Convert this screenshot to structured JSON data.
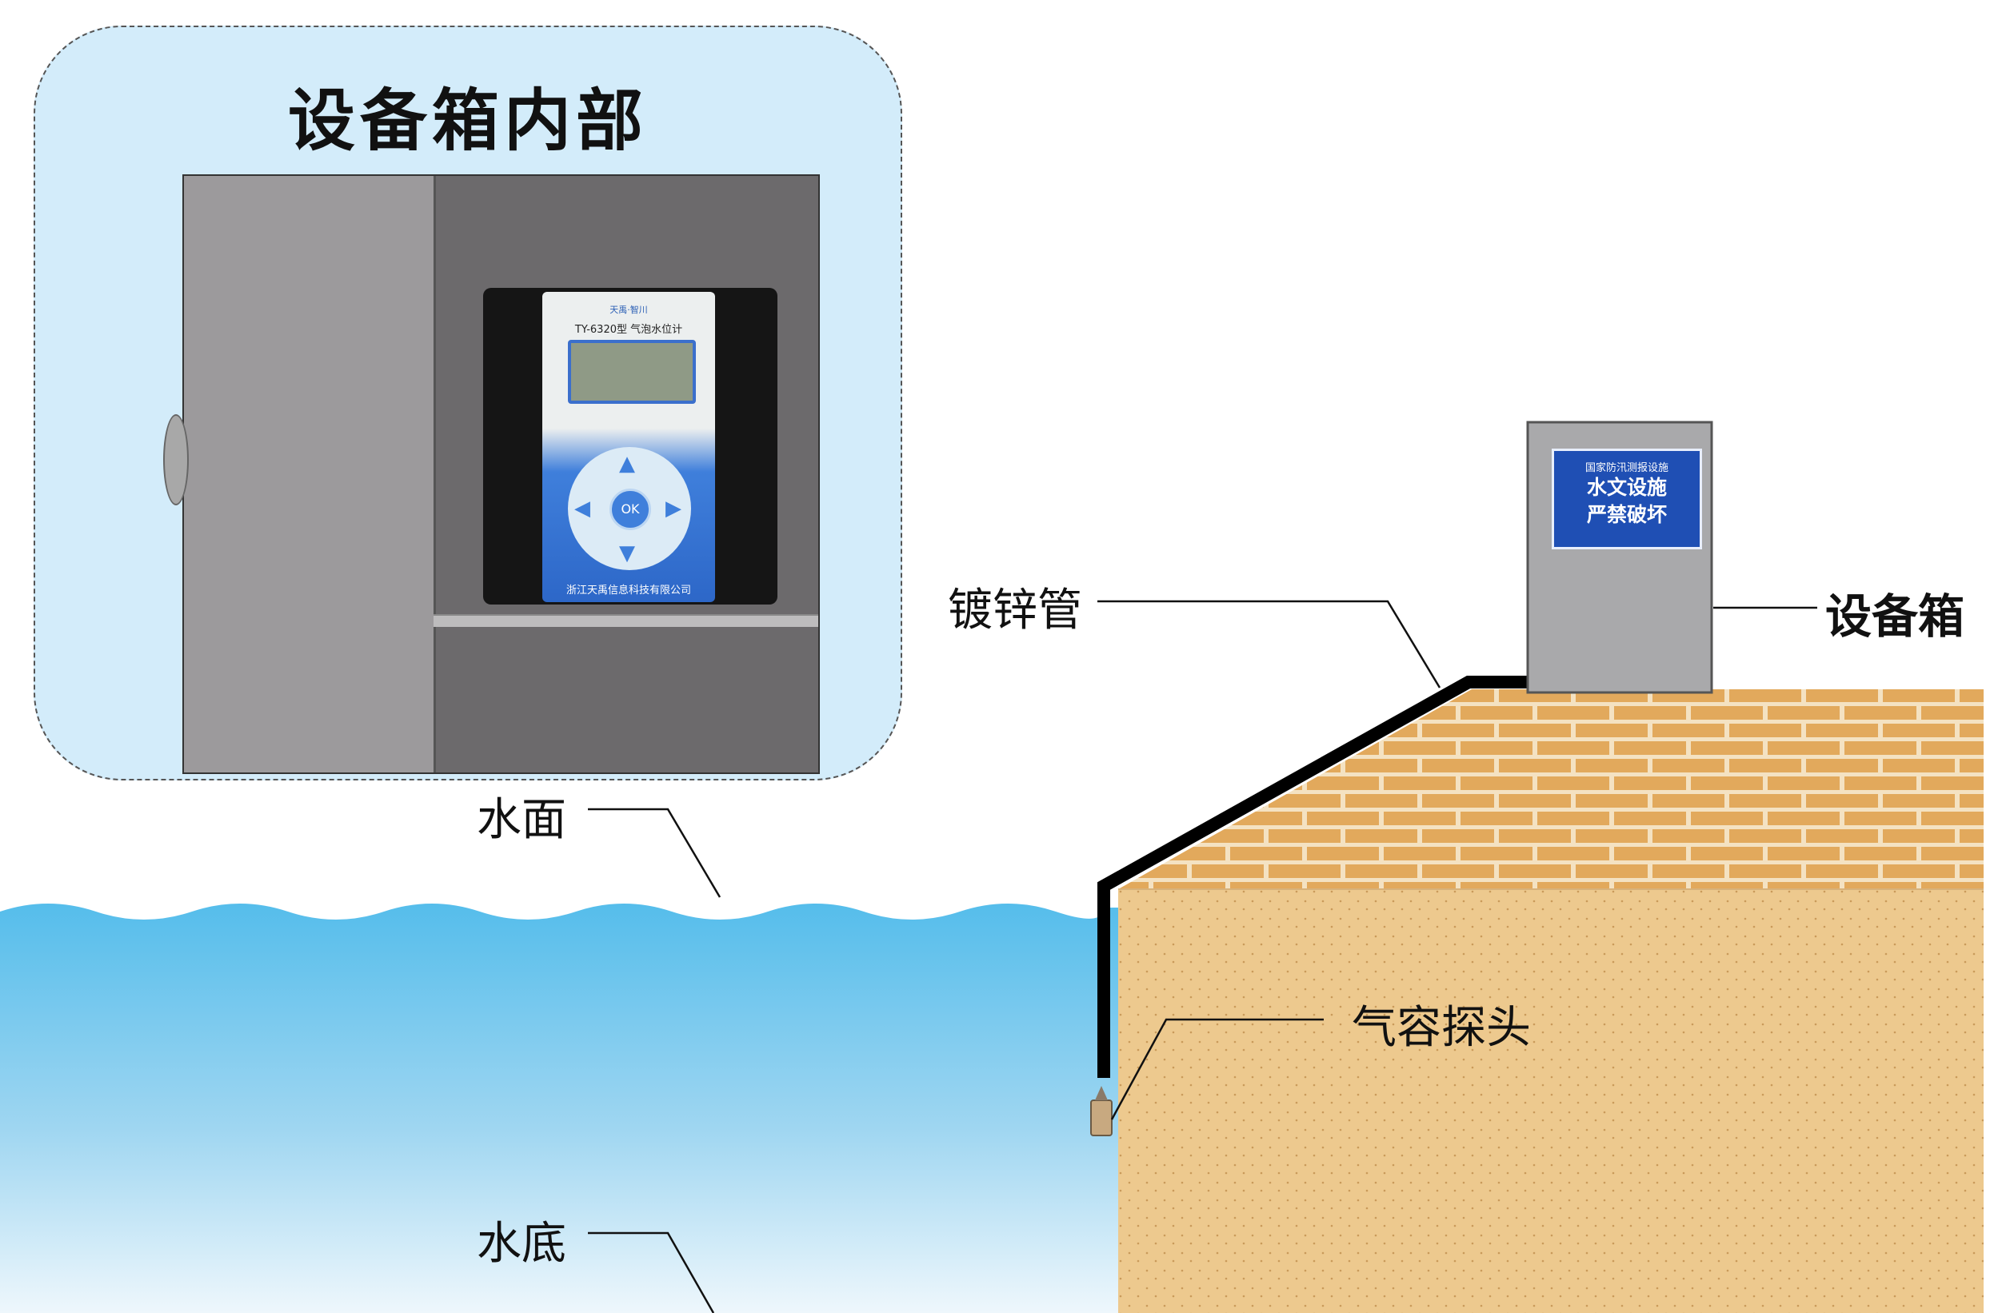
{
  "inset": {
    "title": "设备箱内部",
    "device": {
      "brand": "天禹·智川",
      "model": "TY-6320型 气泡水位计",
      "ok_label": "OK",
      "company": "浙江天禹信息科技有限公司"
    }
  },
  "labels": {
    "water_surface": "水面",
    "water_bottom": "水底",
    "galvanized_pipe": "镀锌管",
    "equipment_box": "设备箱",
    "probe": "气容探头"
  },
  "sign": {
    "header": "国家防汛测报设施",
    "line1": "水文设施",
    "line2": "严禁破坏"
  },
  "colors": {
    "water_top": "#5bc2ee",
    "water_bottom": "#e6f3fa",
    "brick": "#e2a95c",
    "mortar": "#f5e4c6",
    "soil": "#edc98e",
    "pipe": "#000000",
    "box": "#a9a9ab",
    "sign_blue": "#1f4fb4",
    "inset_bg": "#d3ecfa"
  }
}
